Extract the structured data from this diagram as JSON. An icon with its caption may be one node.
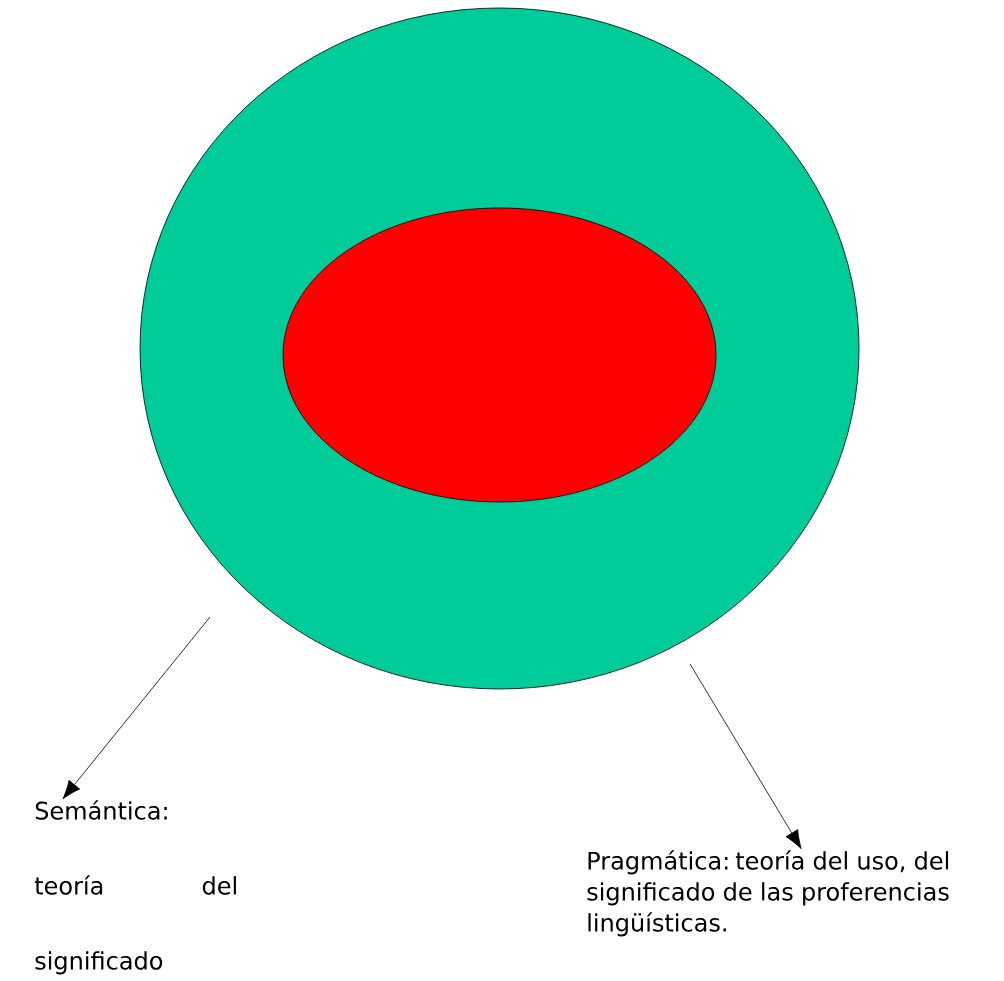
{
  "diagram": {
    "nodes": [
      {
        "text": [],
        "shape": "ellipse"
      },
      {
        "text": [],
        "shape": "ellipse",
        "in": 0
      },
      {
        "text": [
          "Semántica: teoría del significado"
        ]
      },
      {
        "text": [
          "Pragmática: teoría del uso, del significado de las proferencias lingüísticas."
        ]
      }
    ],
    "edges": [
      {
        "from": null,
        "to": 2,
        "arrow": "to"
      },
      {
        "from": null,
        "to": 3,
        "arrow": "to"
      }
    ]
  }
}
